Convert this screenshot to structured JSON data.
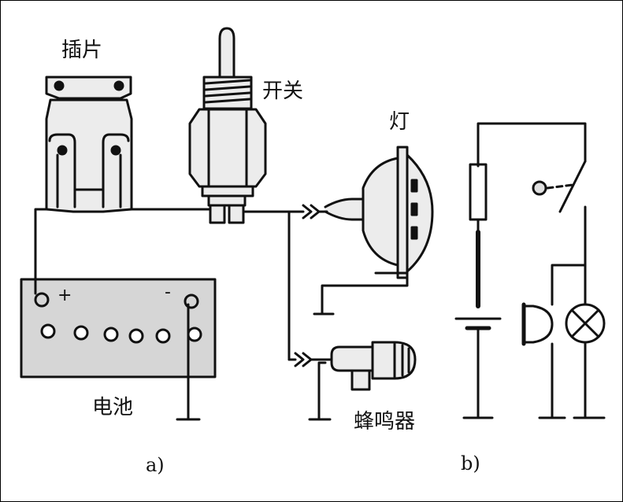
{
  "labels": {
    "plug": "插片",
    "switch": "开关",
    "lamp": "灯",
    "battery": "电池",
    "buzzer": "蜂鸣器",
    "plus": "+",
    "minus": "-"
  },
  "captions": {
    "a": "a)",
    "b": "b)"
  },
  "colors": {
    "line": "#111111",
    "battery_fill": "#d6d6d6",
    "metal_fill": "#ececec"
  }
}
